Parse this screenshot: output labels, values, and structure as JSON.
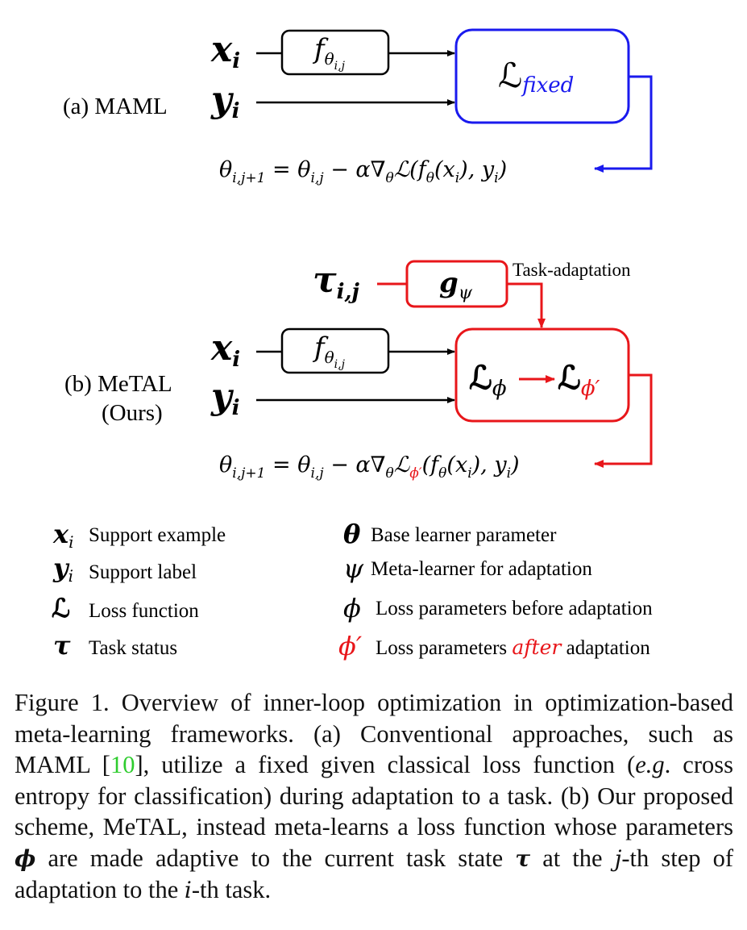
{
  "panel_a": {
    "label": "(a) MAML",
    "input_x": "x",
    "input_x_sub": "i",
    "input_y": "y",
    "input_y_sub": "i",
    "f_box": "f",
    "f_sub": "θ",
    "f_subsub": "i,j",
    "loss_box": "ℒ",
    "loss_sub": "fixed",
    "update_theta": "θ",
    "update_lhs_sub": "i,j+1",
    "update_eq": " = θ",
    "update_eq_sub": "i,j",
    "update_rhs": " − α∇",
    "update_nabla_sub": "θ",
    "update_L": "ℒ(f",
    "update_f_sub": "θ",
    "update_tail1": "(x",
    "update_tail_sub": "i",
    "update_tail2": "), y",
    "update_tail_sub2": "i",
    "update_tail3": ")"
  },
  "panel_b": {
    "label_line1": "(b) MeTAL",
    "label_line2": "(Ours)",
    "tau": "τ",
    "tau_sub": "i,j",
    "g_box": "g",
    "g_sub": "ψ",
    "task_adaptation": "Task-adaptation",
    "input_x": "x",
    "input_x_sub": "i",
    "input_y": "y",
    "input_y_sub": "i",
    "f_box": "f",
    "f_sub": "θ",
    "f_subsub": "i,j",
    "loss_before": "ℒ",
    "loss_before_sub": "ϕ",
    "loss_after": "ℒ",
    "loss_after_sub": "ϕ′",
    "update_theta": "θ",
    "update_lhs_sub": "i,j+1",
    "update_eq": " = θ",
    "update_eq_sub": "i,j",
    "update_rhs": " − α∇",
    "update_nabla_sub": "θ",
    "update_L": "ℒ",
    "update_L_sub": "ϕ′",
    "update_f": "(f",
    "update_f_sub": "θ",
    "update_tail1": "(x",
    "update_tail_sub": "i",
    "update_tail2": "), y",
    "update_tail_sub2": "i",
    "update_tail3": ")"
  },
  "legend": {
    "left": [
      {
        "symbol": "x",
        "symbol_sub": "i",
        "text": "Support example"
      },
      {
        "symbol": "y",
        "symbol_sub": "i",
        "text": "Support label"
      },
      {
        "symbol": "ℒ",
        "symbol_sub": "",
        "text": "Loss function"
      },
      {
        "symbol": "τ",
        "symbol_sub": "",
        "text": "Task status"
      }
    ],
    "right": [
      {
        "symbol": "θ",
        "text": "Base learner parameter"
      },
      {
        "symbol": "ψ",
        "text": "Meta-learner for adaptation"
      },
      {
        "symbol": "ϕ",
        "text": "Loss parameters before adaptation"
      },
      {
        "symbol": "ϕ′",
        "text_before": "Loss parameters ",
        "text_em": "after",
        "text_after": " adaptation"
      }
    ]
  },
  "caption": {
    "p1": "Figure 1. Overview of inner-loop optimization in optimization-based meta-learning frameworks.  (a) Conventional approaches, such as MAML [",
    "ref": "10",
    "p2": "], utilize a fixed given classical loss function (",
    "eg": "e.g",
    "p3": ". cross entropy for classification) during adaptation to a task.  (b) Our proposed scheme, MeTAL, instead meta-learns a loss function whose parameters ",
    "phi": "ϕ",
    "p4": " are made adaptive to the current task state ",
    "tau": "τ",
    "p5": " at the ",
    "j": "j",
    "p6": "-th step of adaptation to the ",
    "i": "i",
    "p7": "-th task."
  },
  "colors": {
    "blue": "#1a1aee",
    "red": "#e8161a",
    "green": "#2ecc2e",
    "black": "#000000"
  }
}
